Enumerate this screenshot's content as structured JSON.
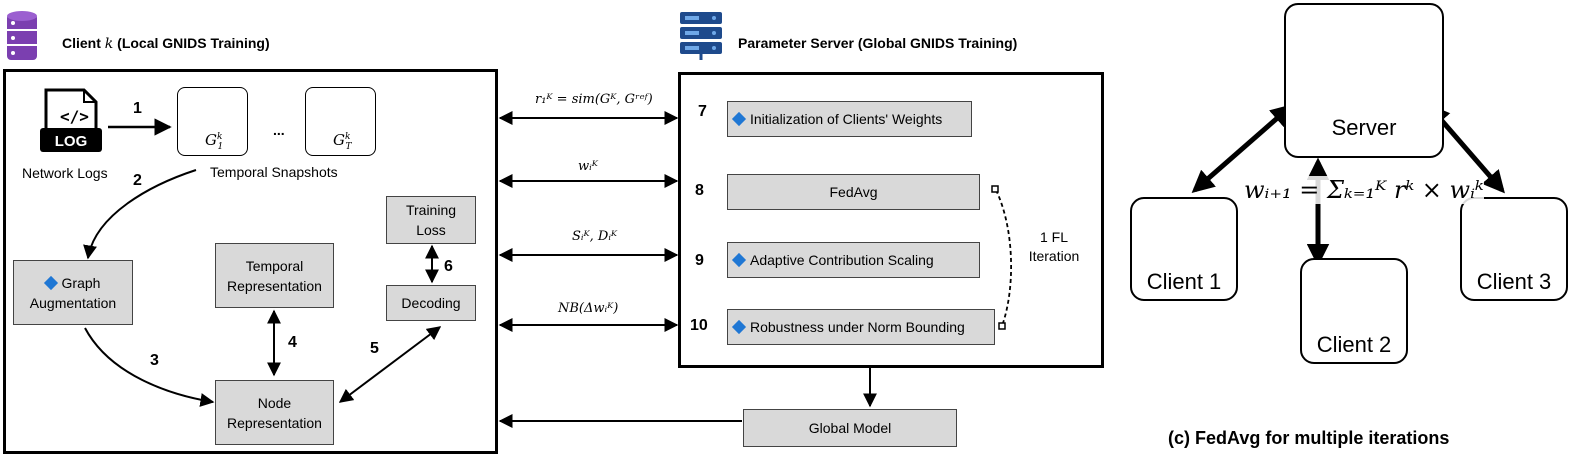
{
  "client": {
    "title_prefix": "Client",
    "title_var": "k",
    "title_suffix": "(Local GNIDS Training)",
    "network_logs": "Network Logs",
    "log_icon_text": "LOG",
    "temporal_snapshots": "Temporal Snapshots",
    "snap1_label": "G",
    "snap1_sup": "k",
    "snap1_sub": "1",
    "ellipsis": "...",
    "snapT_label": "G",
    "snapT_sup": "k",
    "snapT_sub": "T",
    "graph_augmentation": "Graph\nAugmentation",
    "temporal_representation": "Temporal\nRepresentation",
    "training_loss": "Training\nLoss",
    "decoding": "Decoding",
    "node_representation": "Node\nRepresentation",
    "steps": [
      "1",
      "2",
      "3",
      "4",
      "5",
      "6"
    ]
  },
  "server": {
    "title": "Parameter Server (Global GNIDS Training)",
    "items": [
      {
        "num": "7",
        "label": "Initialization of Clients' Weights",
        "diamond": true
      },
      {
        "num": "8",
        "label": "FedAvg",
        "diamond": false
      },
      {
        "num": "9",
        "label": "Adaptive Contribution Scaling",
        "diamond": true
      },
      {
        "num": "10",
        "label": "Robustness under Norm Bounding",
        "diamond": true
      }
    ],
    "fl_iteration": "1 FL\nIteration",
    "global_model": "Global Model"
  },
  "links": {
    "r1": "r₁ᴷ = sim(Gᴷ, Gʳᵉᶠ)",
    "w": "wᵢᴷ",
    "sd": "Sᵢᴷ, Dᵢᴷ",
    "nb": "NB(Δwᵢᴷ)"
  },
  "fedavg_panel": {
    "server_label": "Server",
    "clients": [
      "Client 1",
      "Client 2",
      "Client 3"
    ],
    "formula": "wᵢ₊₁ = Σₖ₌₁ᴷ rᵏ × wᵢᵏ",
    "caption": "(c) FedAvg for multiple iterations"
  },
  "colors": {
    "box_fill": "#d9d9d9",
    "diamond": "#1f77d4",
    "cloud": "#29a8f0",
    "node_green": "#5ccc2a",
    "node_pink": "#f0469a",
    "node_orange": "#f5a623",
    "db_purple": "#7b3fb0",
    "server_rack": "#1e4a8c"
  }
}
